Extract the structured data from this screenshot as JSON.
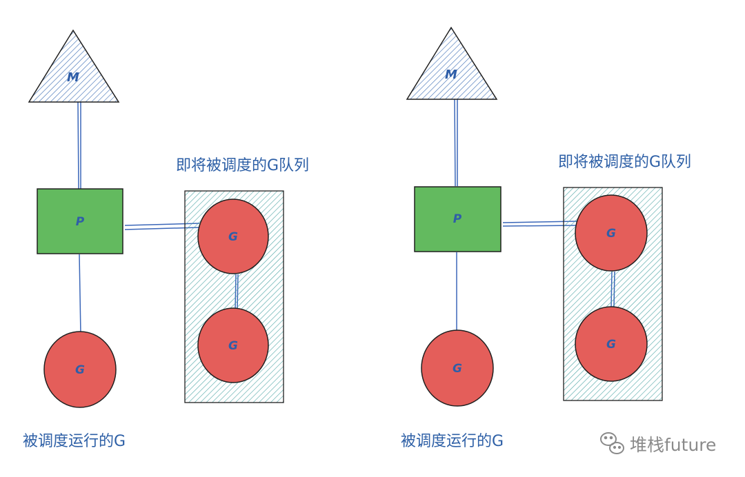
{
  "nodes": {
    "m_label": "M",
    "p_label": "P",
    "g_label": "G"
  },
  "captions": {
    "queue": "即将被调度的G队列",
    "running": "被调度运行的G"
  },
  "watermark": {
    "text": "堆栈future",
    "icon": "wechat-icon"
  },
  "colors": {
    "m_hatch": "#3f6fb5",
    "p_fill": "#63ba5f",
    "g_fill": "#e45e5a",
    "queue_hatch": "#4aa3a3",
    "link": "#3a66b8",
    "text": "#2d5fa6"
  }
}
